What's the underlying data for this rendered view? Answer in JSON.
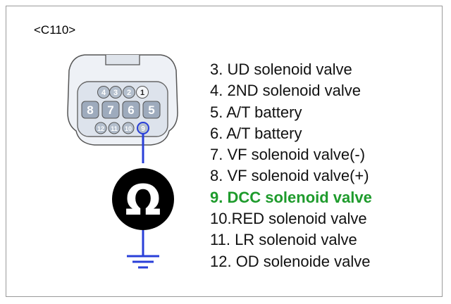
{
  "connector": {
    "label": "<C110>",
    "top_row_pins": [
      "4",
      "3",
      "2",
      "1"
    ],
    "middle_row_pins": [
      "8",
      "7",
      "6",
      "5"
    ],
    "bottom_row_pins": [
      "12",
      "11",
      "10",
      "9"
    ]
  },
  "meter": {
    "symbol": "Ω"
  },
  "colors": {
    "wire": "#2a3fd8",
    "highlight": "#1e9b2c",
    "connector_body": "#e8ecf2",
    "pin_fill": "#a8b4c4"
  },
  "pins": [
    {
      "label": "3. UD solenoid valve",
      "highlight": false
    },
    {
      "label": "4. 2ND solenoid valve",
      "highlight": false
    },
    {
      "label": "5. A/T battery",
      "highlight": false
    },
    {
      "label": "6. A/T battery",
      "highlight": false
    },
    {
      "label": "7. VF solenoid valve(-)",
      "highlight": false
    },
    {
      "label": "8. VF solenoid valve(+)",
      "highlight": false
    },
    {
      "label": "9. DCC solenoid valve",
      "highlight": true
    },
    {
      "label": "10.RED solenoid valve",
      "highlight": false
    },
    {
      "label": "11. LR solenoid valve",
      "highlight": false
    },
    {
      "label": "12. OD solenoide valve",
      "highlight": false
    }
  ]
}
